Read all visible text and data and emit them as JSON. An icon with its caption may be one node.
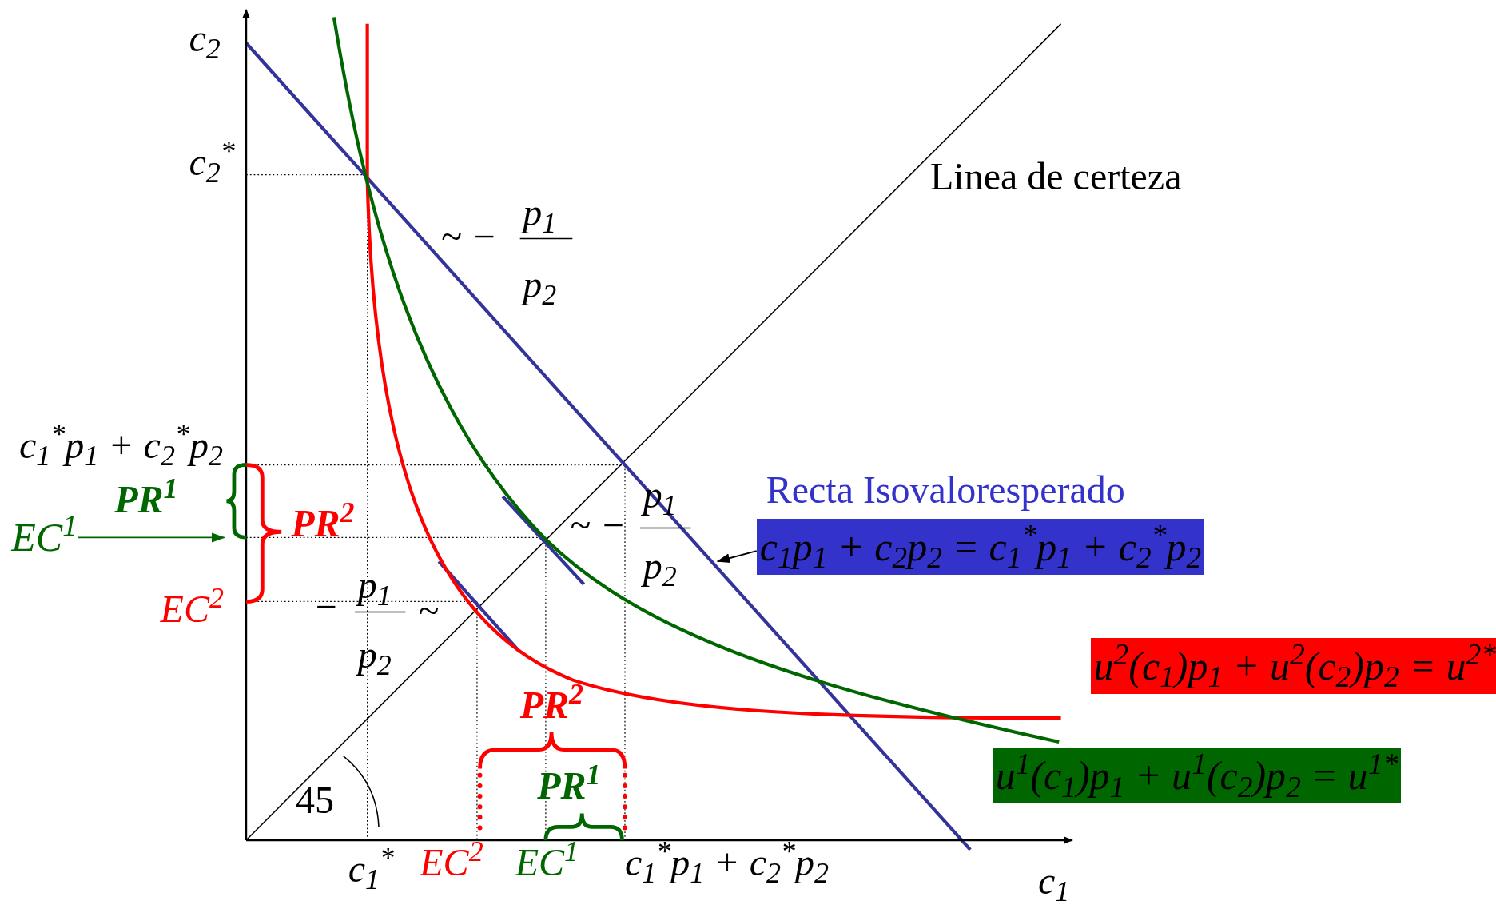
{
  "diagram": {
    "nodes": [
      {
        "text": [
          "c$_{1}$p$_{1}$ + c$_{2}$p$_{2}$ = c$_{1}$$^{*}$p$_{1}$ + c$_{2}$$^{*}$p$_{2}$"
        ],
        "beside": [
          "Recta Isovaloresperado"
        ]
      },
      {
        "text": [
          "u$^{2}$(c$_{1}$)p$_{1}$ + u$^{2}$(c$_{2}$)p$_{2}$ = u$^{2*}$"
        ]
      },
      {
        "text": [
          "u$^{1}$(c$_{1}$)p$_{1}$ + u$^{1}$(c$_{2}$)p$_{2}$ = u$^{1*}$"
        ]
      },
      {
        "text": [
          "EC$^{1}$"
        ]
      },
      {
        "text": [],
        "shape": "brace"
      }
    ],
    "edges": [
      {
        "from": 3,
        "to": 4,
        "arrow": "to",
        "color": "#006600"
      },
      {
        "from": 0,
        "to": null,
        "arrow": "to",
        "color": "#000000"
      }
    ],
    "labels": [
      "c$_{2}$",
      "c$_{2}$$^{*}$",
      "Linea de certeza",
      "~ −",
      "p$_{1}$",
      "p$_{2}$",
      "c$_{1}$$^{*}$p$_{1}$ + c$_{2}$$^{*}$p$_{2}$",
      "PR$^{1}$",
      "PR$^{2}$",
      "~ −",
      "p$_{1}$",
      "p$_{2}$",
      "EC$^{2}$",
      "−",
      "p$_{1}$",
      "~",
      "p$_{2}$",
      "PR$^{2}$",
      "PR$^{1}$",
      "45",
      "c$_{1}$$^{*}$",
      "EC$^{2}$",
      "EC$^{1}$",
      "c$_{1}$$^{*}$p$_{1}$ + c$_{2}$$^{*}$p$_{2}$",
      "c$_{1}$"
    ]
  }
}
